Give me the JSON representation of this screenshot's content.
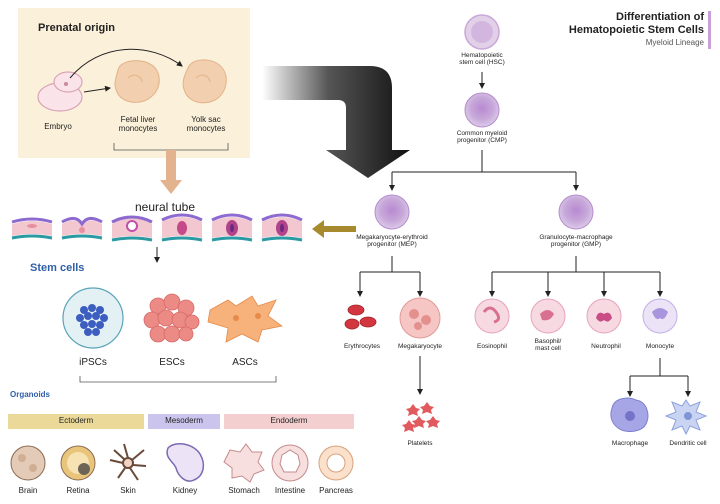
{
  "title": {
    "line1": "Differentiation of",
    "line2": "Hematopoietic Stem Cells",
    "subtitle": "Myeloid Lineage"
  },
  "prenatal": {
    "heading": "Prenatal origin",
    "embryo": "Embryo",
    "fetal_liver": "Fetal liver\nmonocytes",
    "yolk_sac": "Yolk sac\nmonocytes"
  },
  "neural_tube": "neural tube",
  "stem_cells": {
    "heading": "Stem cells",
    "ipscs": "iPSCs",
    "escs": "ESCs",
    "ascs": "ASCs"
  },
  "organoids": {
    "heading": "Organoids",
    "layers": [
      {
        "label": "Ectoderm",
        "color": "#ebd99a"
      },
      {
        "label": "Mesoderm",
        "color": "#cbc4ec"
      },
      {
        "label": "Endoderm",
        "color": "#f3cfcf"
      }
    ],
    "items": [
      "Brain",
      "Retina",
      "Skin",
      "Kidney",
      "Stomach",
      "Intestine",
      "Pancreas"
    ]
  },
  "lineage": {
    "hsc": "Hematopoietic\nstem cell (HSC)",
    "cmp": "Common myeloid\nprogenitor (CMP)",
    "mep": "Megakaryocyte-erythroid\nprogenitor (MEP)",
    "gmp": "Granulocyte-macrophage\nprogenitor (GMP)",
    "erythrocytes": "Erythrocytes",
    "megakaryocyte": "Megakaryocyte",
    "platelets": "Platelets",
    "eosinophil": "Eosinophil",
    "basophil": "Basophil/\nmast cell",
    "neutrophil": "Neutrophil",
    "monocyte": "Monocyte",
    "macrophage": "Macrophage",
    "dendritic": "Dendritic cell"
  },
  "colors": {
    "prenatal_bg": "#fbf0d9",
    "progenitor": "#c7a8d9",
    "heading_blue": "#2f5fa8",
    "monocyte_peach": "#f2cfae",
    "accent_bar": "#c9a0d8"
  }
}
